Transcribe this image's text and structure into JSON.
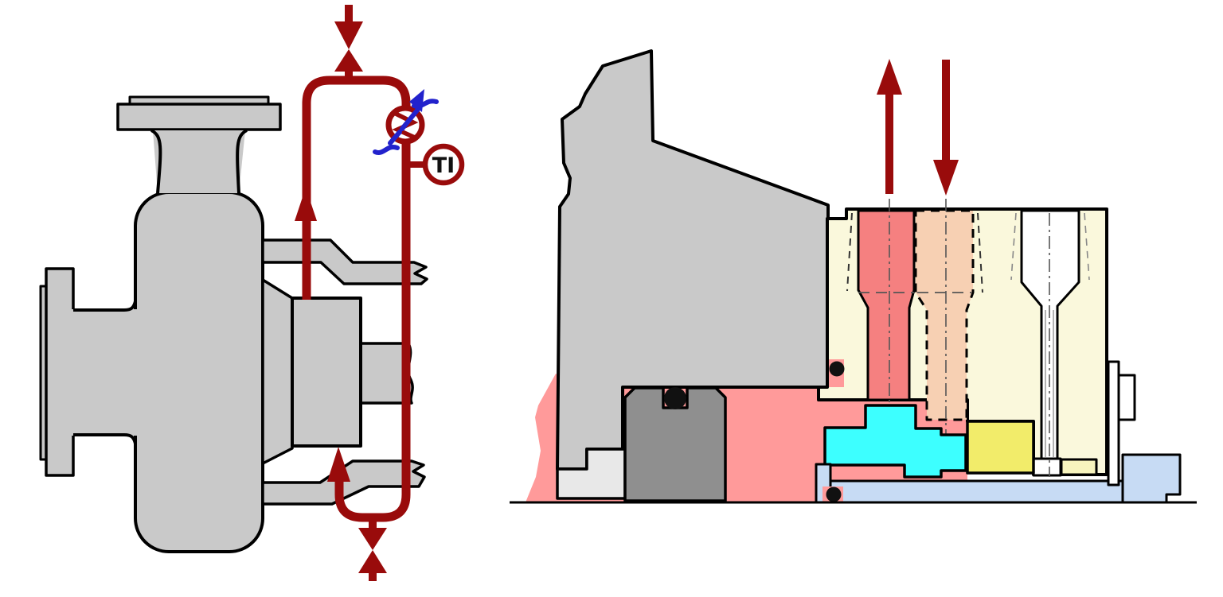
{
  "palette": {
    "pipe-red": "#990B0B",
    "metal-gray": "#C9C9C9",
    "metal-gray-dark": "#8F8F8F",
    "metal-gray-light": "#E8E8E8",
    "fluid-pink": "#FF9A9A",
    "port-salmon": "#F58080",
    "port-peach": "#F7D0B3",
    "gland-cream": "#FAF8DC",
    "seal-cyan": "#3DFFFF",
    "collar-yellow": "#F2EC6A",
    "collar-pale-yellow": "#F7F4BE",
    "sleeve-blue": "#C7DBF4",
    "water-blue": "#2222CC",
    "oring-black": "#111111",
    "outline": "#000000"
  },
  "left_diagram": {
    "name": "pump-with-seal-cooling-loop",
    "ti_label": "TI",
    "icons": [
      "vent-valve-icon",
      "drain-valve-icon",
      "cooler-icon",
      "temperature-indicator-icon",
      "cooling-water-squiggle-icons"
    ],
    "flow_arrows": [
      "up-out-of-seal-chamber",
      "up-into-seal-chamber"
    ]
  },
  "right_diagram": {
    "name": "mechanical-seal-cross-section",
    "flow_arrows": [
      "outlet-arrow-up",
      "inlet-arrow-down"
    ],
    "ports": [
      "outlet-port-salmon",
      "inlet-port-hidden-peach",
      "spare-port-white"
    ],
    "o_ring_count": 3
  }
}
